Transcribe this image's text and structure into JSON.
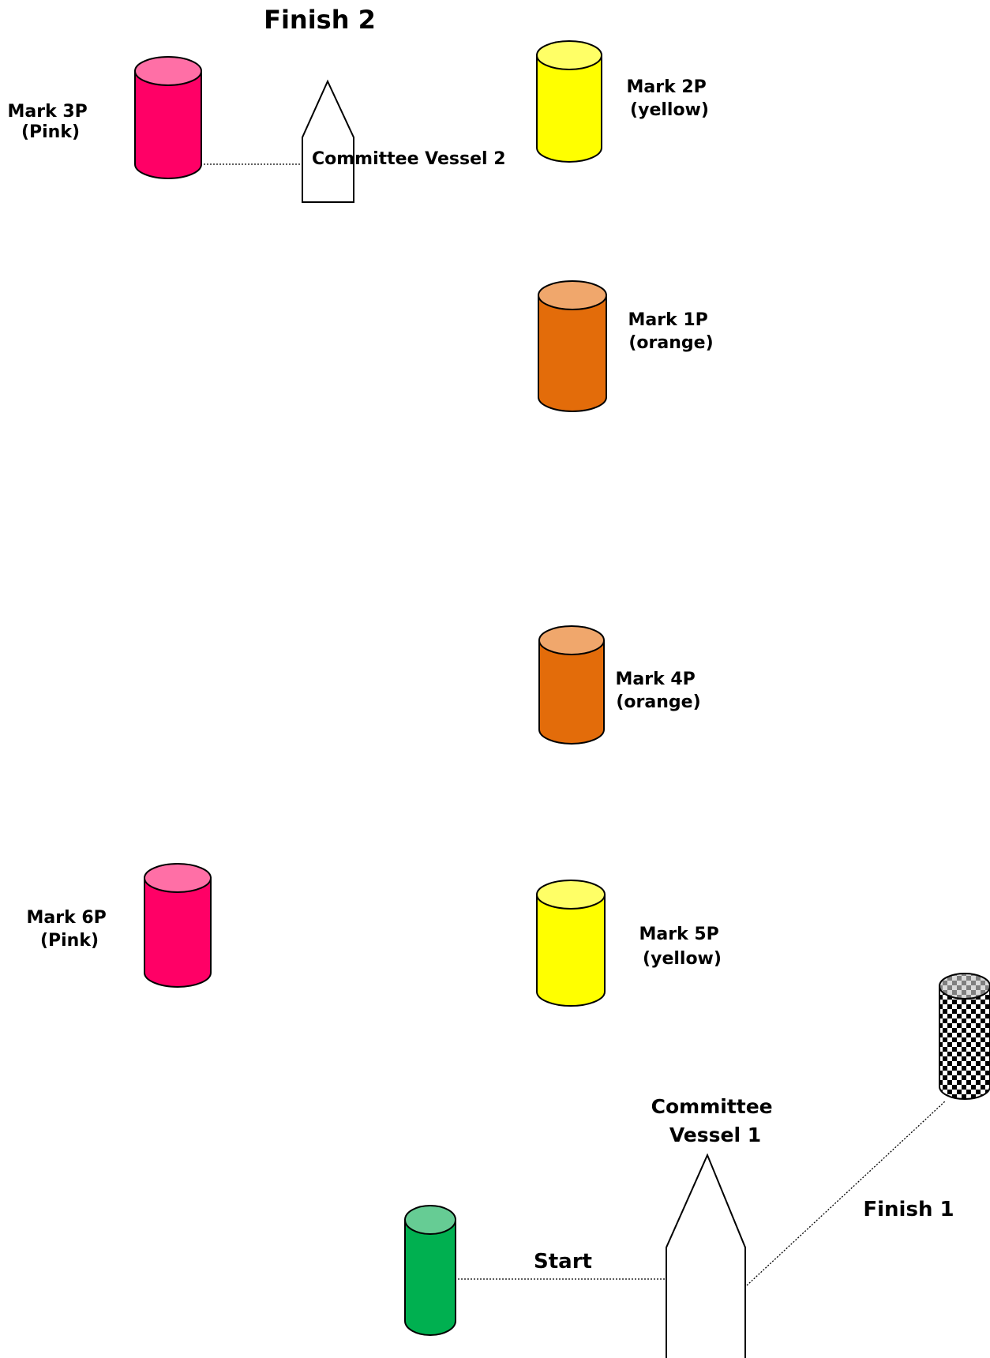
{
  "course": {
    "finish2_label": "Finish 2",
    "finish1_label": "Finish 1",
    "start_label": "Start",
    "committee_vessel_2": "Committee Vessel 2",
    "committee_vessel_1": {
      "line1": "Committee",
      "line2": "Vessel 1"
    },
    "marks": {
      "m3p": {
        "line1": "Mark 3P",
        "line2": "(Pink)",
        "body_color": "#ff0066",
        "top_color": "#ff6fa6"
      },
      "m2p": {
        "line1": "Mark 2P",
        "line2": "(yellow)",
        "body_color": "#ffff00",
        "top_color": "#ffff66"
      },
      "m1p": {
        "line1": "Mark 1P",
        "line2": "(orange)",
        "body_color": "#e36c0a",
        "top_color": "#f0a76c"
      },
      "m4p": {
        "line1": "Mark 4P",
        "line2": "(orange)",
        "body_color": "#e36c0a",
        "top_color": "#f0a76c"
      },
      "m6p": {
        "line1": "Mark 6P",
        "line2": "(Pink)",
        "body_color": "#ff0066",
        "top_color": "#ff6fa6"
      },
      "m5p": {
        "line1": "Mark 5P",
        "line2": "(yellow)",
        "body_color": "#ffff00",
        "top_color": "#ffff66"
      }
    },
    "start_mark": {
      "body_color": "#00b050",
      "top_color": "#66cc94"
    },
    "finish_mark": {
      "pattern": "checkered"
    }
  }
}
